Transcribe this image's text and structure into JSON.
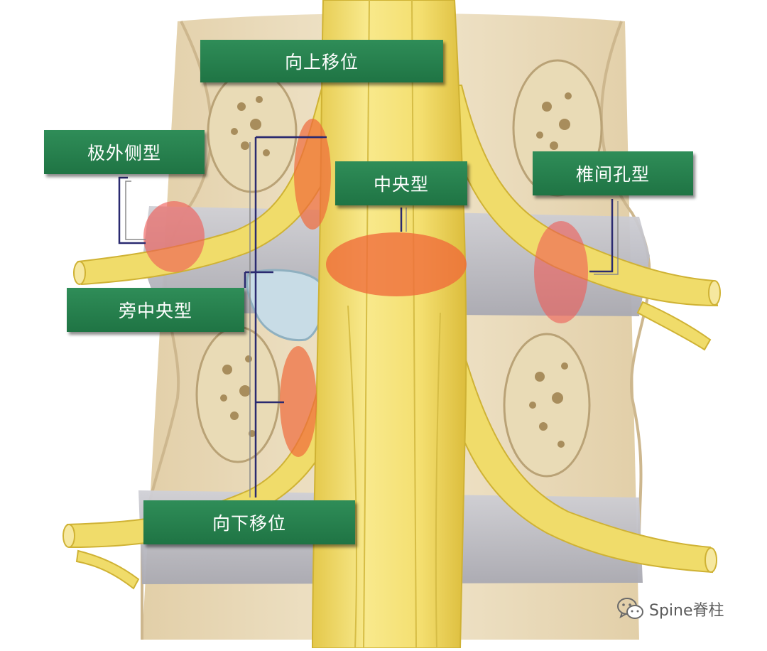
{
  "labels": {
    "up": "向上移位",
    "far_lateral": "极外侧型",
    "central": "中央型",
    "foraminal": "椎间孔型",
    "paracentral": "旁中央型",
    "down": "向下移位"
  },
  "watermark": {
    "text": "Spine脊柱",
    "icon": "wechat-icon"
  },
  "colors": {
    "label_bg": "#237b4a",
    "nerve": "#f0dc6a",
    "bone": "#eadcc0",
    "disc": "#b9b9b9",
    "herniation_zone": "#f06a3a",
    "bracket": "#2a2a70"
  }
}
